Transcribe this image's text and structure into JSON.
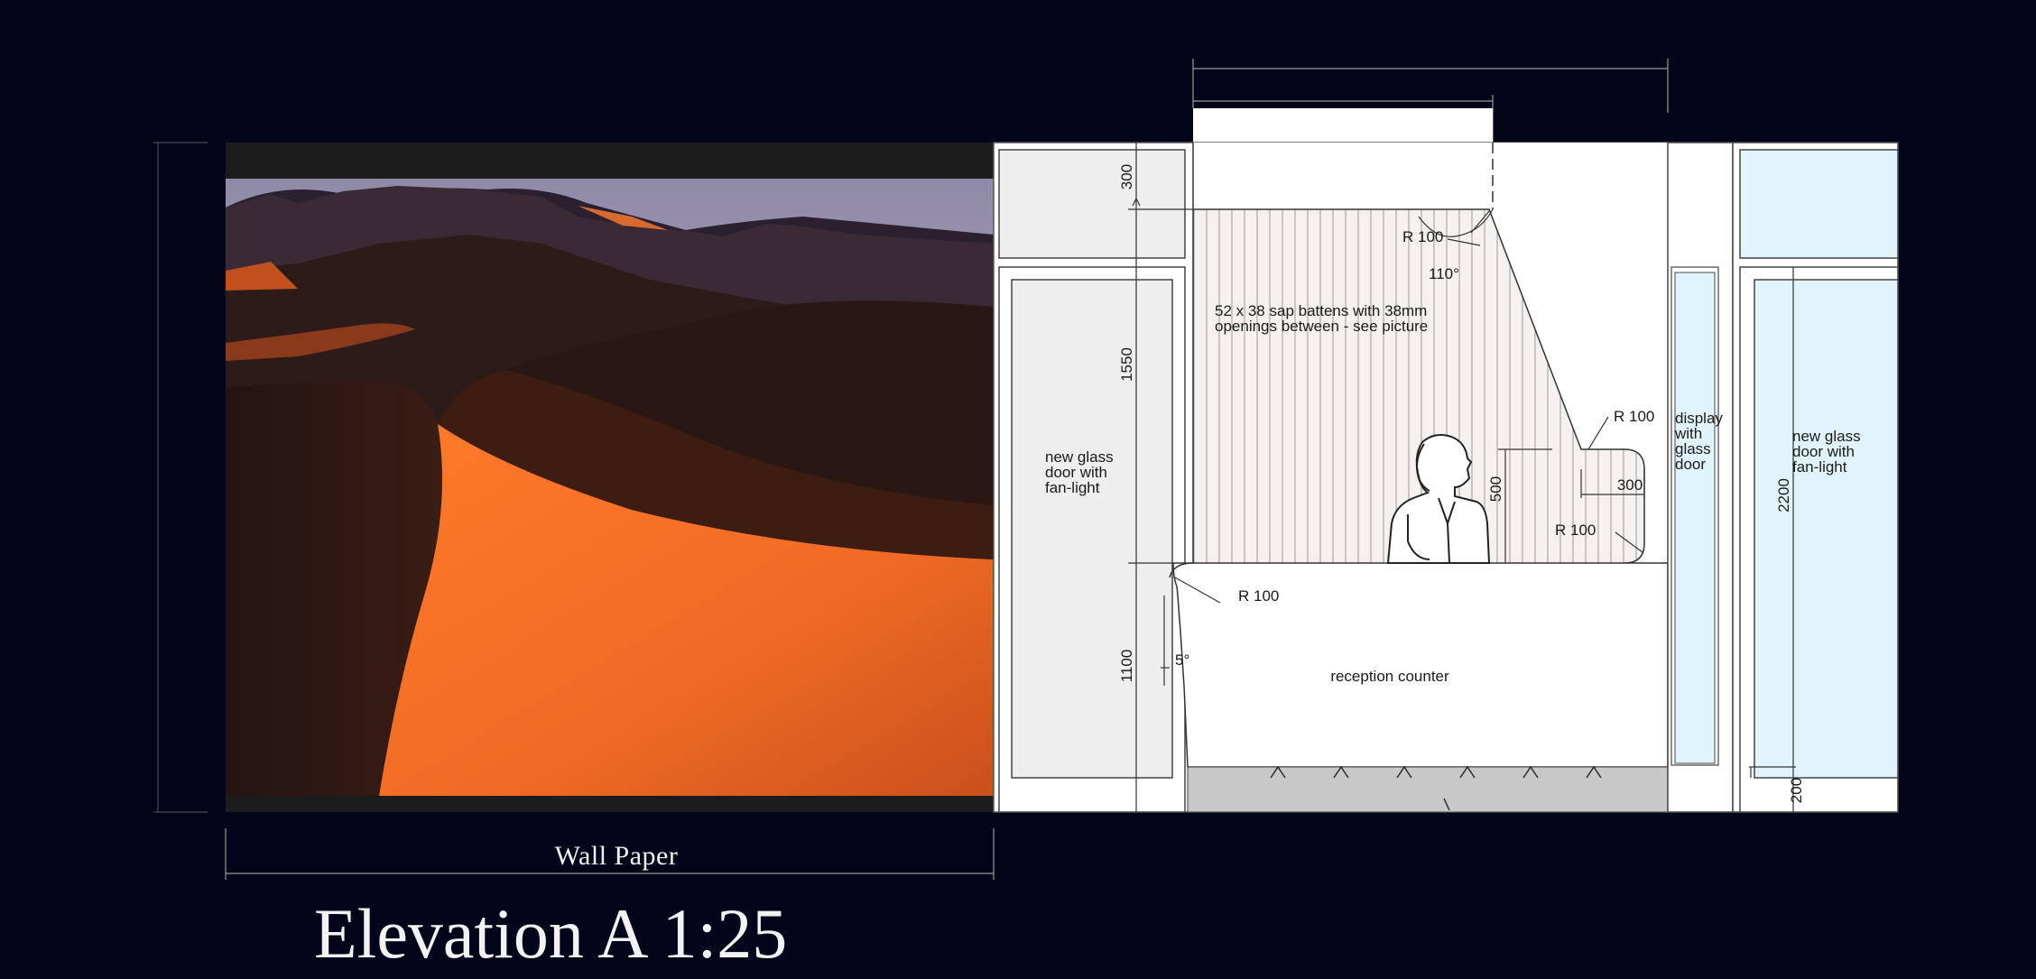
{
  "drawing": {
    "title": "Elevation A 1:25",
    "wallpaper_label": "Wall Paper",
    "dimensions": {
      "top_height": "300",
      "upper_height": "1550",
      "counter_height": "1100",
      "person_height": "500",
      "shelf_depth": "300",
      "door_height": "2200",
      "base_height": "200"
    },
    "radius_labels": {
      "top": "R 100",
      "shelf_top": "R 100",
      "shelf_bottom": "R 100",
      "counter": "R 100"
    },
    "angles": {
      "slope": "110°",
      "counter_tilt": "5°"
    },
    "notes": {
      "battens_line1": "52 x 38 sap battens with 38mm",
      "battens_line2": "openings between  - see picture",
      "left_door_line1": "new glass",
      "left_door_line2": "door with",
      "left_door_line3": "fan-light",
      "display_line1": "display",
      "display_line2": "with",
      "display_line3": "glass",
      "display_line4": "door",
      "right_door_line1": "new glass",
      "right_door_line2": "door with",
      "right_door_line3": "fan-light",
      "counter": "reception counter"
    },
    "colors": {
      "background": "#03061a",
      "glass": "#e2f4fb",
      "panel": "#eeeeee",
      "plinth": "#c8c8c8",
      "line": "#333333"
    }
  }
}
